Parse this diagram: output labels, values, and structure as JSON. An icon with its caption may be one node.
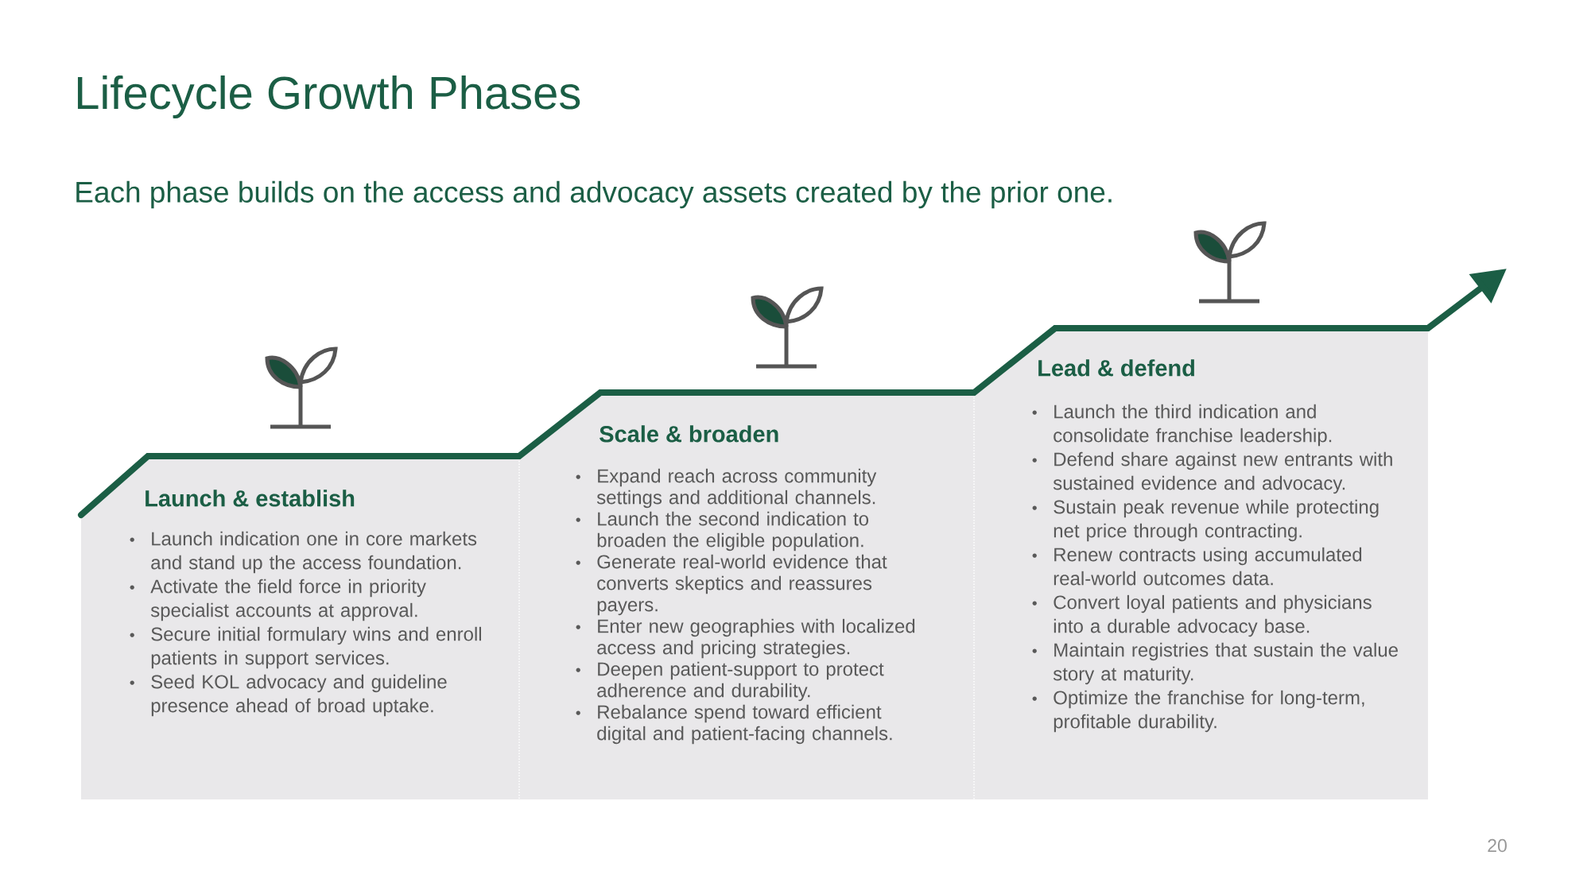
{
  "diagram": {
    "title": "Lifecycle Growth Phases",
    "nodes": [
      {
        "text": [
          "Launch & establish",
          "Launch indication one in core markets and stand up the access foundation.",
          "Activate the field force in priority specialist accounts at approval.",
          "Secure initial formulary wins and enroll patients in support services.",
          "Seed KOL advocacy and guideline presence ahead of broad uptake."
        ]
      },
      {
        "text": [
          "Scale & broaden",
          "Expand reach across community settings and additional channels.",
          "Launch the second indication to broaden the eligible population.",
          "Generate real-world evidence that converts skeptics and reassures payers.",
          "Enter new geographies with localized access and pricing strategies.",
          "Deepen patient-support to protect adherence and durability.",
          "Rebalance spend toward efficient digital and patient-facing channels."
        ]
      },
      {
        "text": [
          "Lead & defend",
          "Launch the third indication and consolidate franchise leadership.",
          "Defend share against new entrants with sustained evidence and advocacy.",
          "Sustain peak revenue while protecting net price through contracting.",
          "Renew contracts using accumulated real-world outcomes data.",
          "Convert loyal patients and physicians into a durable advocacy base.",
          "Maintain registries that sustain the value story at maturity.",
          "Optimize the franchise for long-term, profitable durability."
        ]
      }
    ],
    "labels": [
      "Each phase builds on the access and advocacy assets created by the prior one.",
      "20"
    ]
  }
}
